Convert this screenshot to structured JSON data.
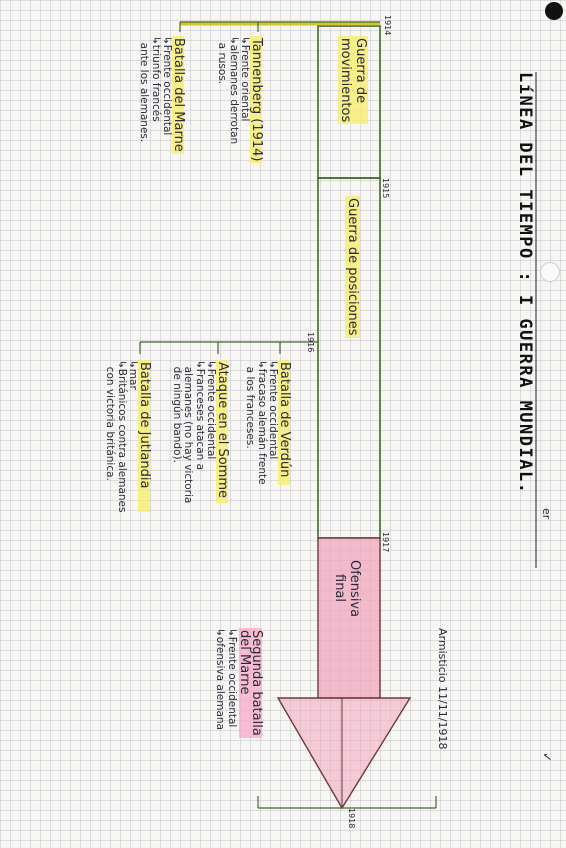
{
  "title": "LíNEA DEL TIEMPO : I GUERRA MUNDIAL.",
  "phases": [
    {
      "label_lines": [
        "Guerra de",
        "movimientos"
      ]
    },
    {
      "label_lines": [
        "Guerra de posiciones"
      ]
    },
    {
      "label_lines": [
        "Ofensiva",
        "final"
      ]
    }
  ],
  "years": [
    "1914",
    "1915",
    "1916",
    "1917",
    "1918"
  ],
  "events": [
    {
      "title": "Tannenberg (1914)",
      "notes": [
        "↳Frente oriental",
        "↳alemanes derrotan",
        "  a rusos."
      ]
    },
    {
      "title": "Batalla del Marne",
      "notes": [
        "↳Frente occidental",
        "↳triunfo francés",
        "  ante los alemanes."
      ]
    },
    {
      "title": "Batalla de Verdún",
      "notes": [
        "↳Frente occidental",
        "↳fracaso alemán frente",
        "  a los franceses."
      ]
    },
    {
      "title": "Ataque en el Somme",
      "notes": [
        "↳Frente occidental",
        "↳Franceses atacan a",
        "  alemanes (no hay victoria",
        "  de ningún bando)."
      ]
    },
    {
      "title": "Batalla de Jutlandia",
      "notes": [
        "↳mar",
        "↳Británicos contra alemanes",
        "  con victoria británica."
      ]
    },
    {
      "title": "Segunda batalla del Marne",
      "notes": [
        "↳Frente occidental",
        "↳ofensiva alemana"
      ]
    }
  ],
  "armisticio": "Armisticio 11/11/1918",
  "marks": [
    "er",
    "✓"
  ]
}
